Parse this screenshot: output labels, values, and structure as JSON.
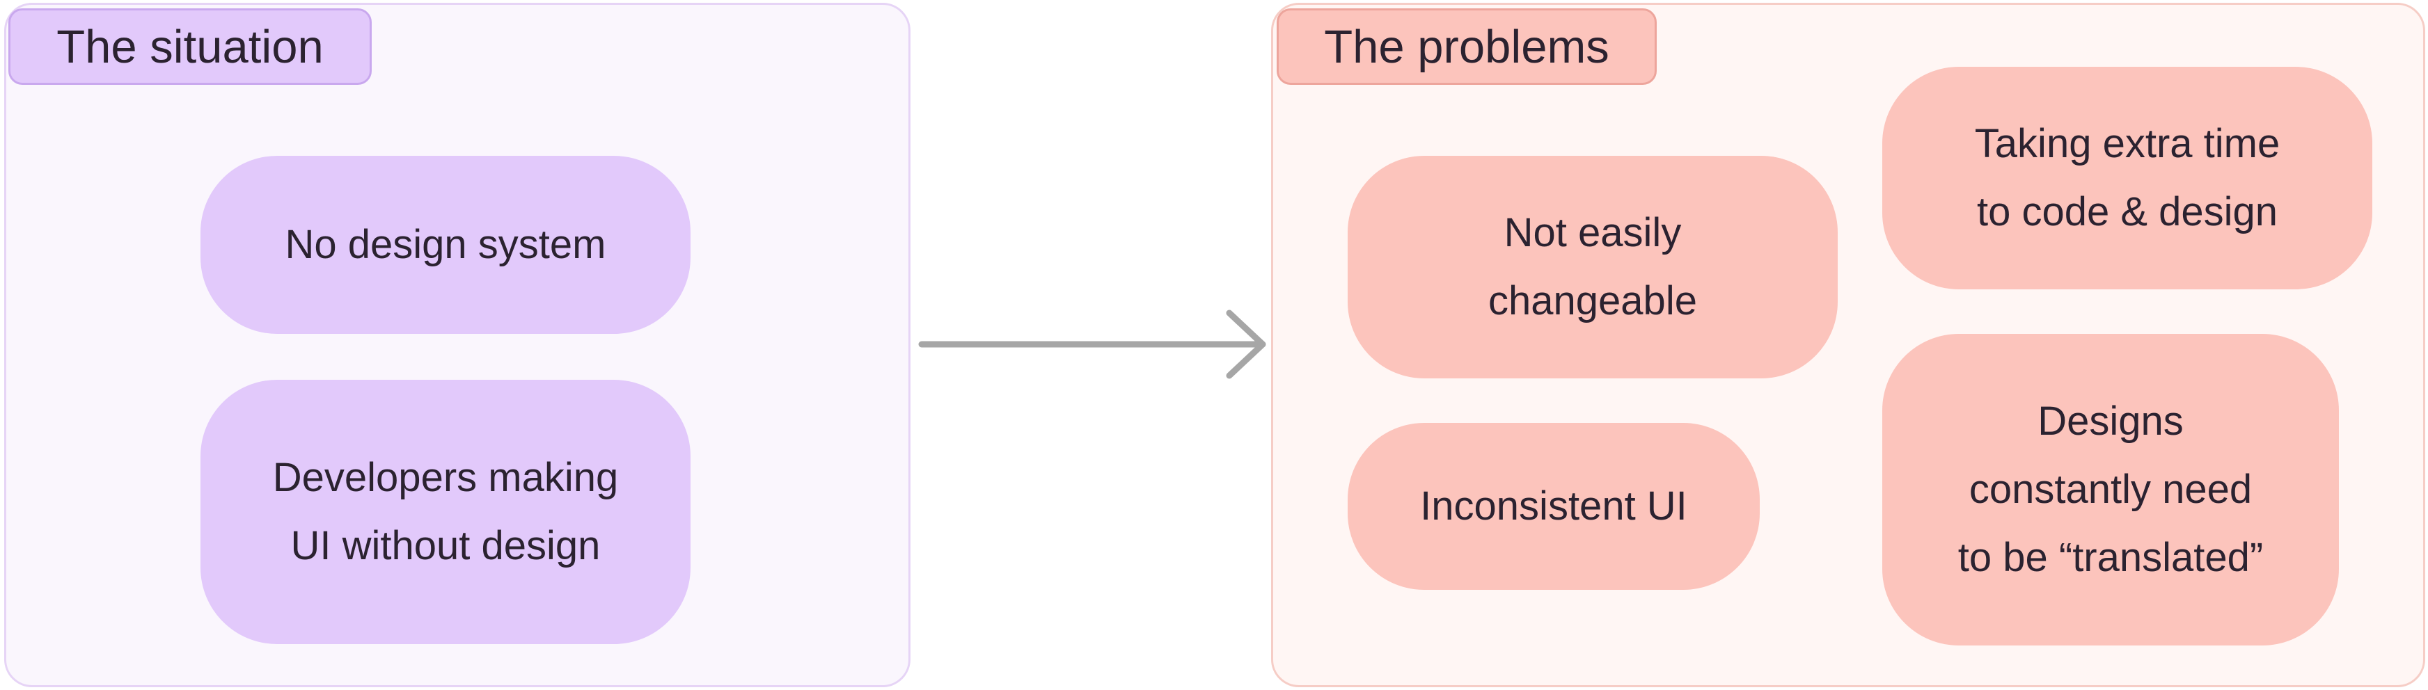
{
  "situation": {
    "title": "The situation",
    "items": [
      {
        "label": "No design system"
      },
      {
        "label": "Developers making\nUI without design"
      }
    ]
  },
  "problems": {
    "title": "The problems",
    "items": [
      {
        "label": "Not easily\nchangeable"
      },
      {
        "label": "Taking extra time\nto code & design"
      },
      {
        "label": "Inconsistent UI"
      },
      {
        "label": "Designs\nconstantly need\nto be “translated”"
      }
    ]
  },
  "colors": {
    "situation_fill": "#e2c9fb",
    "problems_fill": "#fcc4bc",
    "arrow": "#a6a6a6"
  }
}
